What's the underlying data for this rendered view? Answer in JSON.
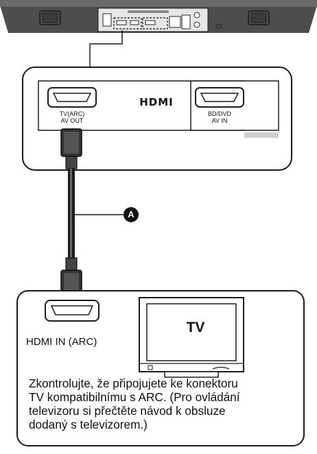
{
  "soundbar_panel": {
    "hdmi_logo": "HDMI",
    "port_left_line1": "TV(ARC)",
    "port_left_line2": "AV OUT",
    "port_right_line1": "BD/DVD",
    "port_right_line2": "AV IN"
  },
  "cable": {
    "callout_letter": "A"
  },
  "tv_panel": {
    "tv_label": "TV",
    "hdmi_in_label": "HDMI IN (ARC)",
    "note_lines": [
      "Zkontrolujte, že připojujete ke konektoru",
      "TV kompatibilnímu s ARC. (Pro ovládání",
      "televizoru si přečtěte návod k obsluze",
      "dodaný s televizorem.)"
    ]
  },
  "colors": {
    "outline": "#1a1a1a",
    "soundbar_body": "#5a5a5a",
    "port_fill": "#ffffff"
  }
}
